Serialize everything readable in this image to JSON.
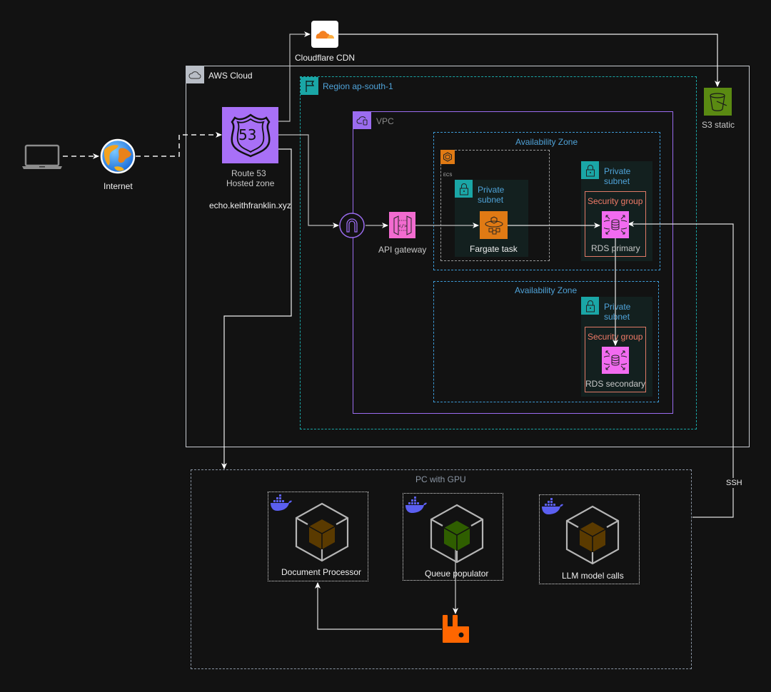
{
  "nodes": {
    "laptop": {
      "label": ""
    },
    "internet": {
      "label": "Internet"
    },
    "cloudflare": {
      "label": "Cloudflare CDN"
    },
    "route53": {
      "label_line1": "Route 53",
      "label_line2": "Hosted zone",
      "badge": "53",
      "domain": "echo.keithfranklin.xyz"
    },
    "s3": {
      "label": "S3 static"
    },
    "api_gateway": {
      "label": "API gateway"
    },
    "fargate": {
      "label": "Fargate task"
    },
    "rds_primary": {
      "label": "RDS primary"
    },
    "rds_secondary": {
      "label": "RDS secondary"
    },
    "rabbitmq": {
      "label": ""
    }
  },
  "groups": {
    "aws_cloud": {
      "label": "AWS Cloud"
    },
    "region": {
      "label": "Region ap-south-1"
    },
    "vpc": {
      "label": "VPC"
    },
    "az1": {
      "label": "Availability Zone"
    },
    "az2": {
      "label": "Availability Zone"
    },
    "ecs": {
      "label": "ECS"
    },
    "private_subnet_ecs": {
      "label_line1": "Private",
      "label_line2": "subnet"
    },
    "private_subnet_primary": {
      "label_line1": "Private",
      "label_line2": "subnet"
    },
    "private_subnet_secondary": {
      "label_line1": "Private",
      "label_line2": "subnet"
    },
    "security_group_primary": {
      "label": "Security group"
    },
    "security_group_secondary": {
      "label": "Security group"
    },
    "pc_gpu": {
      "label": "PC with GPU"
    }
  },
  "containers": [
    {
      "label": "Document Processor",
      "cube_color": "#5a3a00"
    },
    {
      "label": "Queue populator",
      "cube_color": "#2f5e00"
    },
    {
      "label": "LLM model calls",
      "cube_color": "#5a3a00"
    }
  ],
  "edges": {
    "ssh_label": "SSH"
  },
  "colors": {
    "background": "#121212",
    "route53": "#a870f7",
    "s3": "#5a8a12",
    "api_gateway": "#f26bd0",
    "rds": "#f26bd0",
    "fargate": "#e07a14",
    "region_teal": "#1aa6a6",
    "vpc_purple": "#9b6cf0",
    "az_blue": "#3d9ad6",
    "security_group": "#e07a67",
    "docker": "#5b5ff0",
    "rabbitmq": "#ff6600"
  }
}
